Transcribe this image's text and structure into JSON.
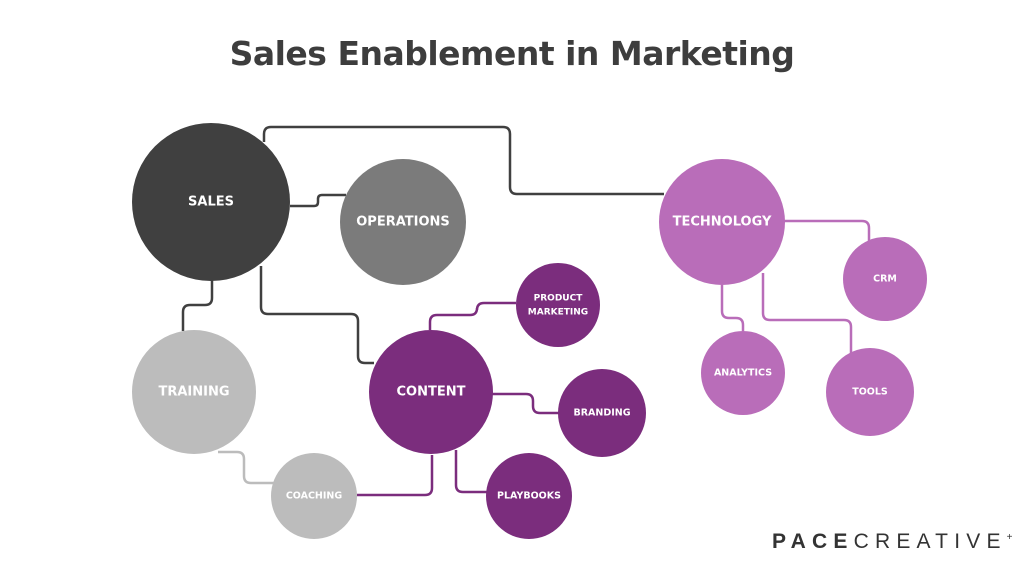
{
  "title": "Sales Enablement in Marketing",
  "colors": {
    "sales": "#404040",
    "operations": "#7b7b7b",
    "training": "#bcbcbc",
    "content": "#7b2d7d",
    "technology": "#b96db9",
    "line_dark": "#404040",
    "line_grey": "#bcbcbc",
    "line_purple": "#7b2d7d",
    "line_light_purple": "#b96db9"
  },
  "nodes": {
    "sales": "SALES",
    "operations": "OPERATIONS",
    "training": "TRAINING",
    "coaching": "COACHING",
    "content": "CONTENT",
    "product_marketing_line1": "PRODUCT",
    "product_marketing_line2": "MARKETING",
    "branding": "BRANDING",
    "playbooks": "PLAYBOOKS",
    "technology": "TECHNOLOGY",
    "crm": "CRM",
    "analytics": "ANALYTICS",
    "tools": "TOOLS"
  },
  "logo": {
    "pace": "PACE",
    "creative": "CREATIVE",
    "plus": "+"
  }
}
